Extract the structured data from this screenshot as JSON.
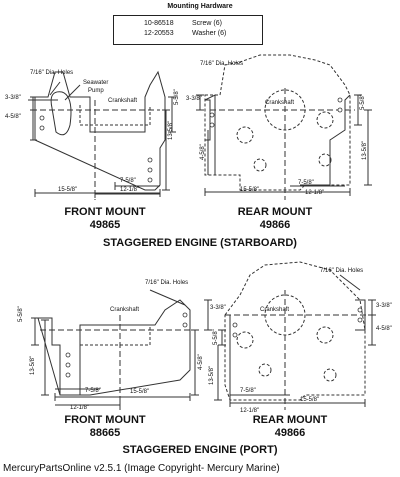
{
  "hardware": {
    "title": "Mounting Hardware",
    "items": [
      {
        "part": "10-86518",
        "desc": "Screw (6)"
      },
      {
        "part": "12-20553",
        "desc": "Washer (6)"
      }
    ]
  },
  "top": {
    "front": {
      "label": "FRONT MOUNT",
      "number": "49865"
    },
    "rear": {
      "label": "REAR MOUNT",
      "number": "49866"
    },
    "caption": "STAGGERED ENGINE (STARBOARD)"
  },
  "bottom": {
    "front": {
      "label": "FRONT MOUNT",
      "number": "88665"
    },
    "rear": {
      "label": "REAR MOUNT",
      "number": "49866"
    },
    "caption": "STAGGERED ENGINE (PORT)"
  },
  "labels": {
    "holes": "7/16\" Dia. Holes",
    "seawater": "Seawater",
    "pump": "Pump",
    "crankshaft": "Crankshaft",
    "cl": "ℓ"
  },
  "dims": {
    "d1": "3-3/8\"",
    "d2": "4-5/8\"",
    "d3": "5-5/8\"",
    "d4": "13-5/8\"",
    "d5": "7-5/8\"",
    "d6": "12-1/8\"",
    "d7": "15-5/8\""
  },
  "footer": "MercuryPartsOnline v2.5.1 (Image Copyright- Mercury Marine)"
}
